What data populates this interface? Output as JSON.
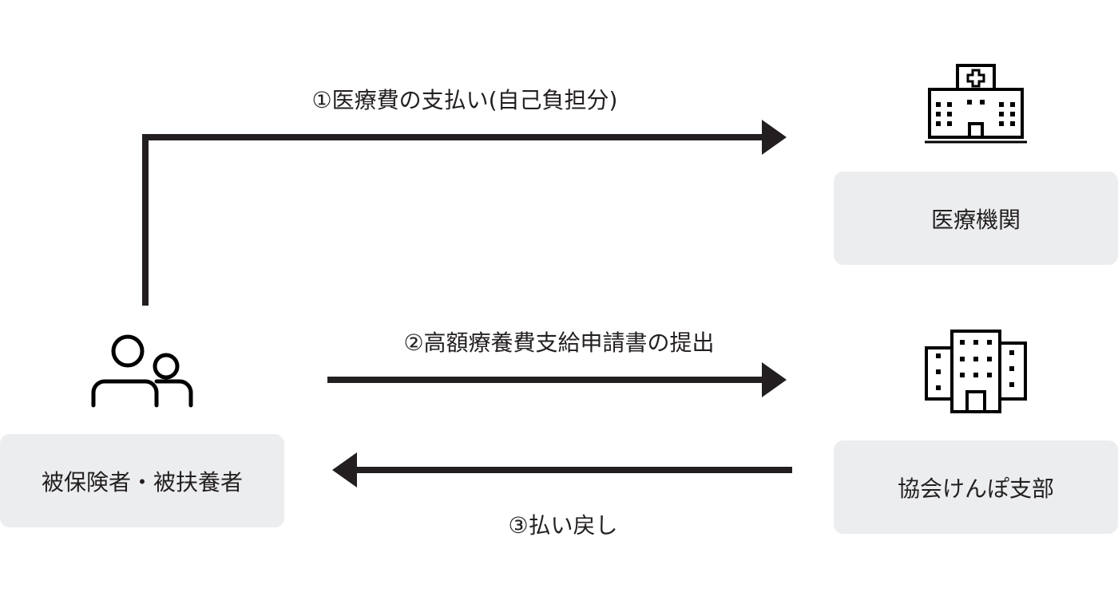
{
  "nodes": {
    "insured": "被保険者・被扶養者",
    "medical": "医療機関",
    "kyokai": "協会けんぽ支部"
  },
  "arrows": {
    "step1": "①医療費の支払い(自己負担分)",
    "step2": "②高額療養費支給申請書の提出",
    "step3": "③払い戻し"
  },
  "colors": {
    "line": "#231f20",
    "box": "#ecedef"
  }
}
